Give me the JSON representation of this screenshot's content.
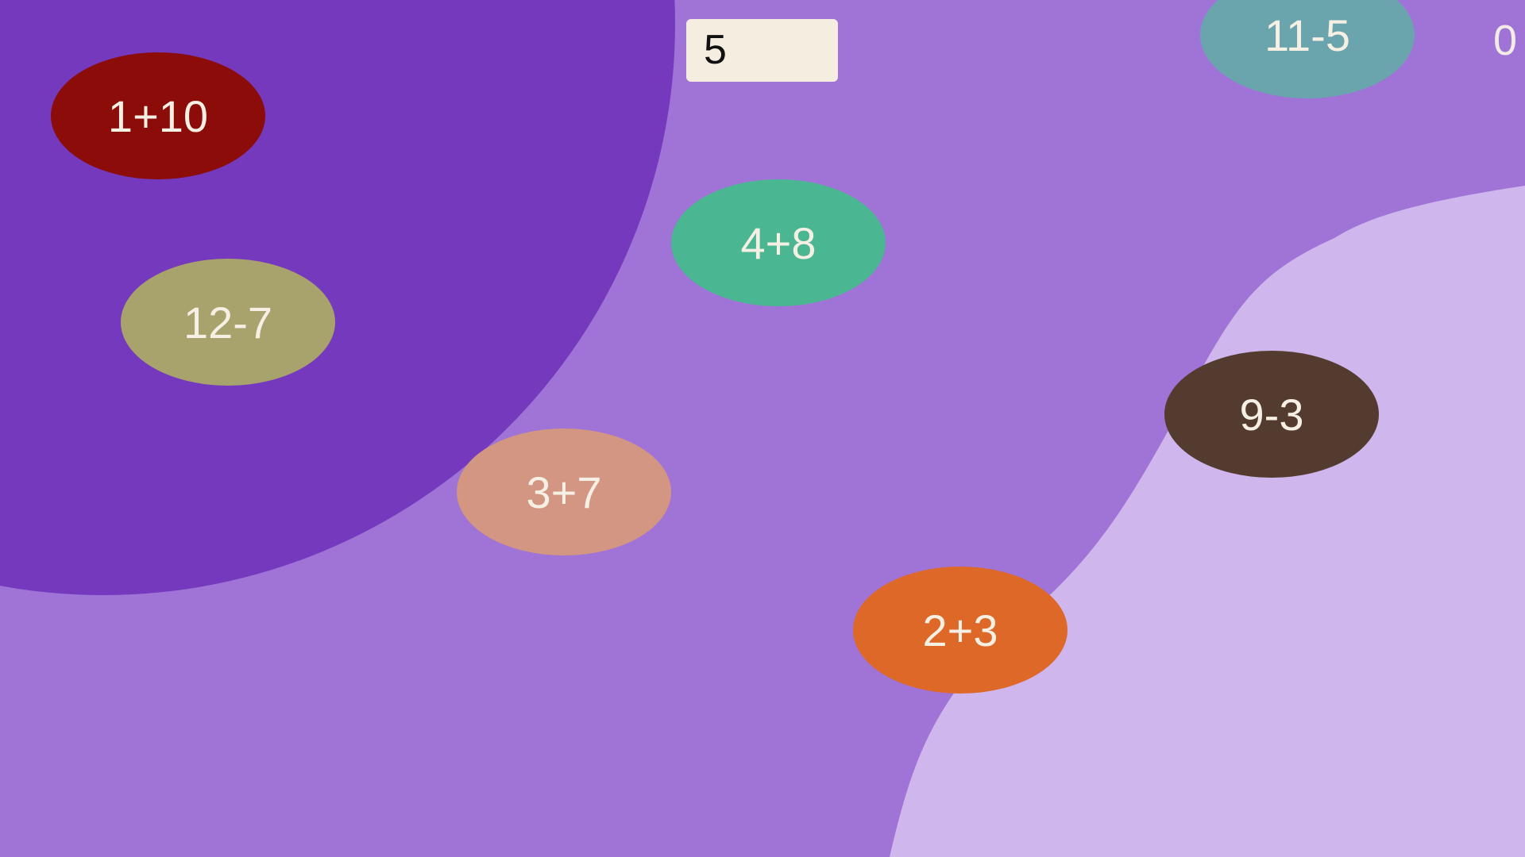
{
  "answer_input": {
    "value": "5"
  },
  "score": {
    "value": "0"
  },
  "bubbles": [
    {
      "label": "1+10"
    },
    {
      "label": "12-7"
    },
    {
      "label": "3+7"
    },
    {
      "label": "4+8"
    },
    {
      "label": "2+3"
    },
    {
      "label": "9-3"
    },
    {
      "label": "11-5"
    }
  ],
  "colors": {
    "background": "#9f74d6",
    "dark_circle": "#7439bd",
    "light_wave": "#cfb6ec",
    "answer_box": "#f5ede0",
    "bubble_text": "#f6efe3",
    "bubble_1": "#8b0c08",
    "bubble_2": "#a8a26c",
    "bubble_3": "#d29683",
    "bubble_4": "#4ab692",
    "bubble_5": "#dd6828",
    "bubble_6": "#543b30",
    "bubble_7": "#6aa5ad"
  }
}
